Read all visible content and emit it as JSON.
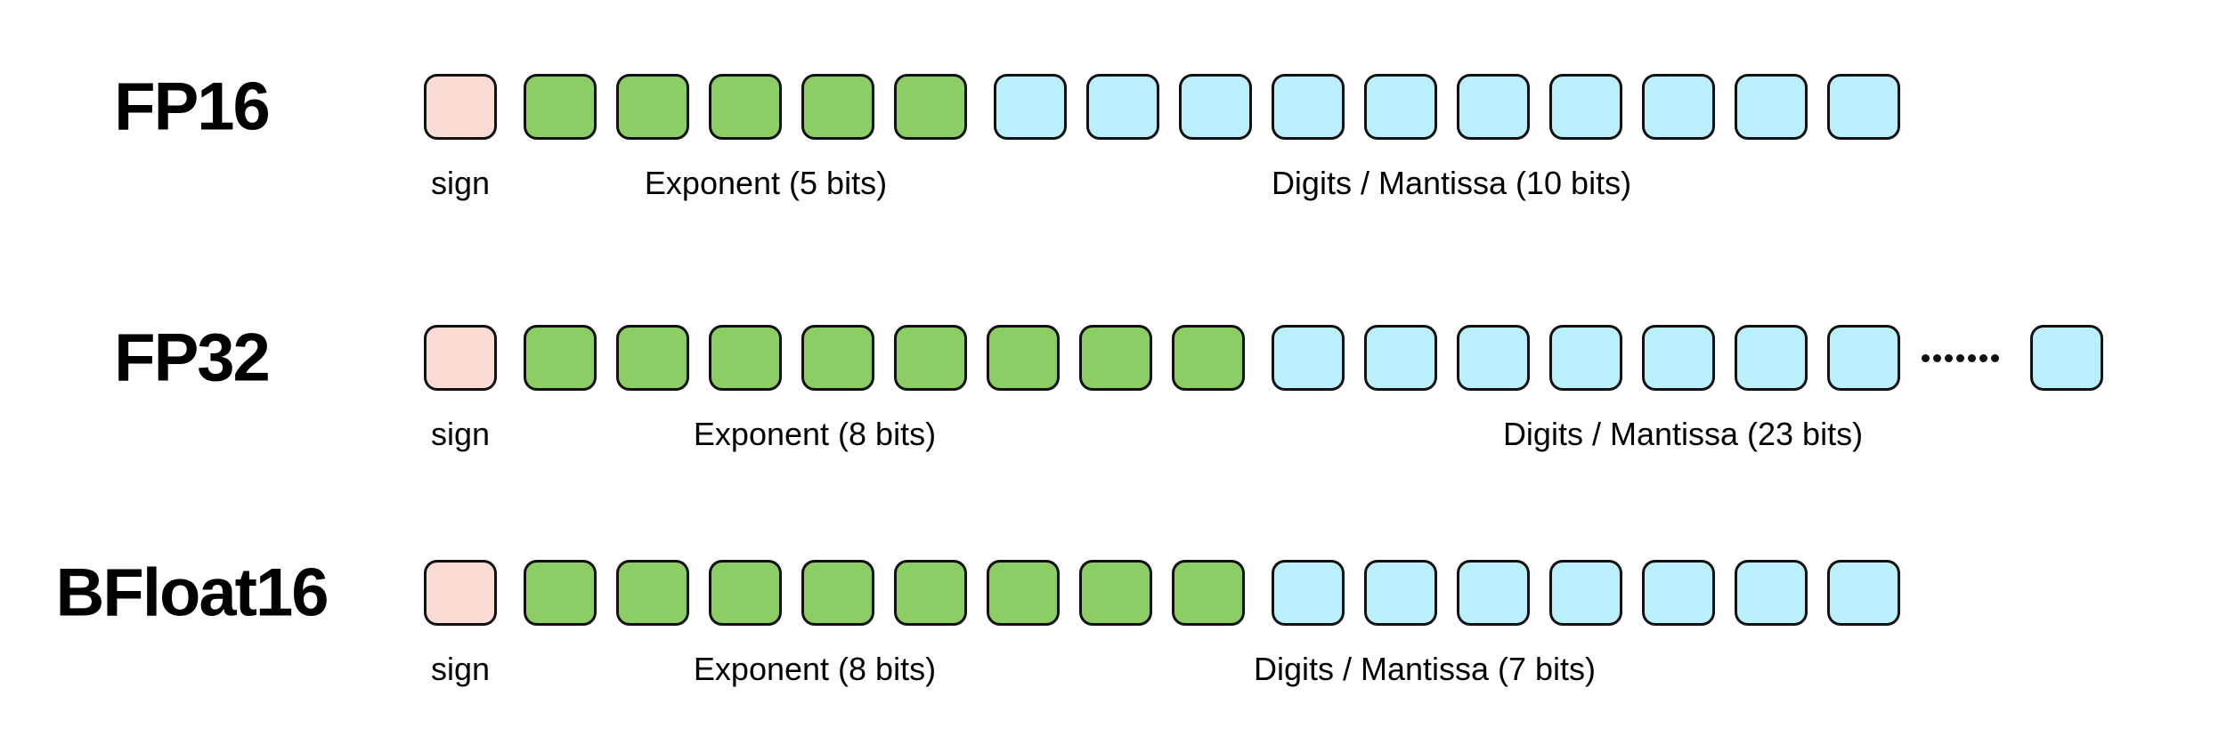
{
  "rows": [
    {
      "format": "FP16",
      "sign_label": "sign",
      "exponent_label": "Exponent (5 bits)",
      "mantissa_label": "Digits / Mantissa (10 bits)",
      "sign_boxes": 1,
      "exponent_boxes": 5,
      "mantissa_boxes": 10,
      "truncated": false
    },
    {
      "format": "FP32",
      "sign_label": "sign",
      "exponent_label": "Exponent (8 bits)",
      "mantissa_label": "Digits / Mantissa (23 bits)",
      "sign_boxes": 1,
      "exponent_boxes": 8,
      "mantissa_boxes": 7,
      "truncated": true,
      "ellipsis_dots": 7
    },
    {
      "format": "BFloat16",
      "sign_label": "sign",
      "exponent_label": "Exponent (8 bits)",
      "mantissa_label": "Digits / Mantissa (7 bits)",
      "sign_boxes": 1,
      "exponent_boxes": 8,
      "mantissa_boxes": 7,
      "truncated": false
    }
  ],
  "colors": {
    "sign_fill": "#FADBD6",
    "exponent_fill": "#8CCD66",
    "mantissa_fill": "#BBEFFB",
    "box_border": "#111111",
    "text": "#000000",
    "background": "#FFFFFF"
  }
}
